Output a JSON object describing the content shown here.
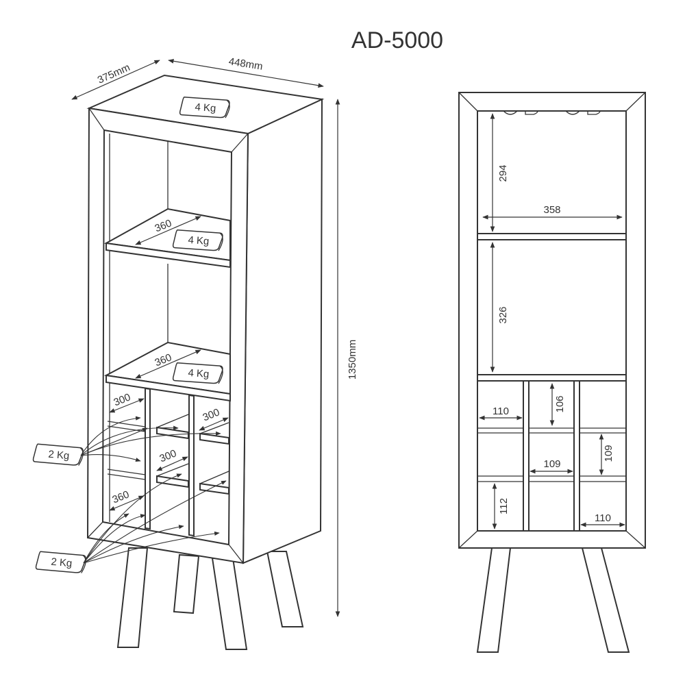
{
  "title": "AD-5000",
  "perspective_view": {
    "depth": "375mm",
    "width": "448mm",
    "height": "1350mm",
    "loads": {
      "top": "4 Kg",
      "shelf_upper": "4 Kg",
      "shelf_lower": "4 Kg",
      "bottles_upper": "2 Kg",
      "bottles_lower": "2 Kg"
    },
    "depths": {
      "shelf_upper": "360",
      "shelf_lower": "360",
      "rack_left_top": "300",
      "rack_right_top": "300",
      "rack_middle": "300",
      "rack_bottom": "360"
    }
  },
  "front_view": {
    "top_compartment_height": "294",
    "inner_width": "358",
    "middle_compartment_height": "326",
    "rack_cell_width_left": "110",
    "rack_cell_height_top": "106",
    "rack_cell_height_middle": "109",
    "rack_cell_width_middle": "109",
    "rack_cell_height_bottom": "112",
    "rack_cell_width_right": "110"
  }
}
